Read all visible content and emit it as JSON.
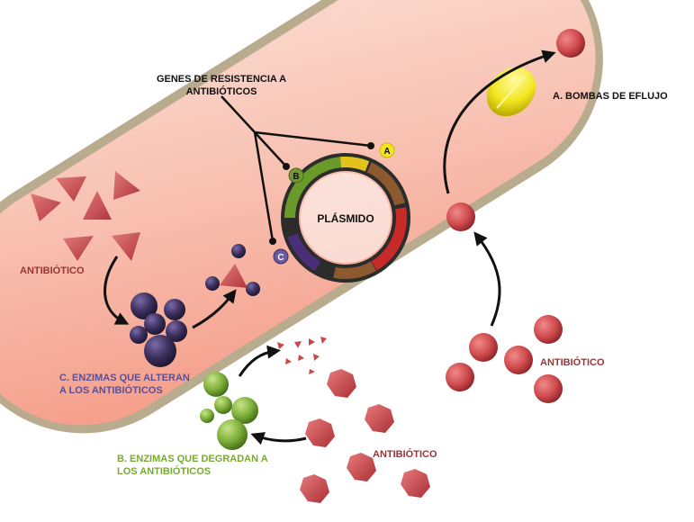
{
  "labels": {
    "genes_line1": "GENES DE RESISTENCIA A",
    "genes_line2": "ANTIBIÓTICOS",
    "plasmid": "PLÁSMIDO",
    "marker_a": "A",
    "marker_b": "B",
    "marker_c": "C",
    "efflux": "A. BOMBAS DE EFLUJO",
    "antibiotic_left": "ANTIBIÓTICO",
    "antibiotic_right": "ANTIBIÓTICO",
    "antibiotic_bottom": "ANTIBIÓTICO",
    "alter_line1": "C. ENZIMAS QUE ALTERAN",
    "alter_line2": "A LOS ANTIBIÓTICOS",
    "degrade_line1": "B. ENZIMAS QUE DEGRADAN A",
    "degrade_line2": "LOS ANTIBIÓTICOS"
  },
  "colors": {
    "cell_fill": "#f7b9a8",
    "cell_border": "#b8ab8e",
    "antibiotic_red": "#c9484b",
    "efflux_yellow": "#f2e620",
    "enzyme_purple": "#3b2f5c",
    "enzyme_green": "#7fb03a",
    "label_red": "#9c3434",
    "label_purple": "#5b4f94",
    "label_green": "#7aa834",
    "label_black": "#111111"
  }
}
